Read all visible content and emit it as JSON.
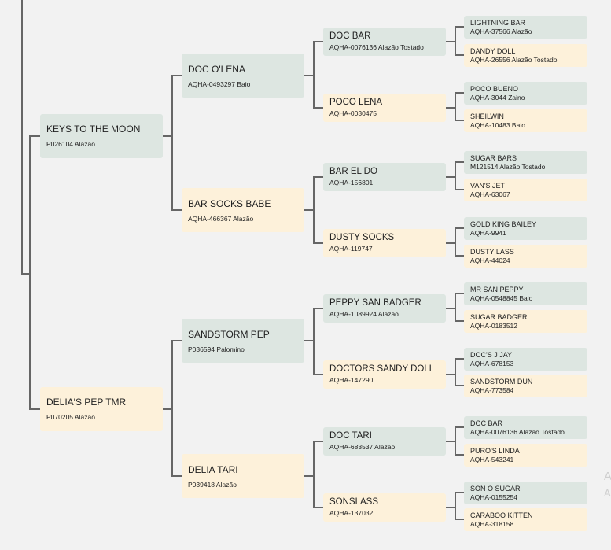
{
  "pedigree": {
    "g1": [
      {
        "name": "KEYS TO THE MOON",
        "info": "P026104 Alazão"
      },
      {
        "name": "DELIA'S PEP TMR",
        "info": "P070205 Alazão"
      }
    ],
    "g2": [
      {
        "name": "DOC O'LENA",
        "info": "AQHA-0493297 Baio"
      },
      {
        "name": "BAR SOCKS BABE",
        "info": "AQHA-466367 Alazão"
      },
      {
        "name": "SANDSTORM PEP",
        "info": "P036594 Palomino"
      },
      {
        "name": "DELIA TARI",
        "info": "P039418 Alazão"
      }
    ],
    "g3": [
      {
        "name": "DOC BAR",
        "info": "AQHA-0076136 Alazão Tostado"
      },
      {
        "name": "POCO LENA",
        "info": "AQHA-0030475"
      },
      {
        "name": "BAR EL DO",
        "info": "AQHA-156801"
      },
      {
        "name": "DUSTY SOCKS",
        "info": "AQHA-119747"
      },
      {
        "name": "PEPPY SAN BADGER",
        "info": "AQHA-1089924 Alazão"
      },
      {
        "name": "DOCTORS SANDY DOLL",
        "info": "AQHA-147290"
      },
      {
        "name": "DOC TARI",
        "info": "AQHA-683537 Alazão"
      },
      {
        "name": "SONSLASS",
        "info": "AQHA-137032"
      }
    ],
    "g4": [
      {
        "name": "LIGHTNING BAR",
        "info": "AQHA-37566 Alazão"
      },
      {
        "name": "DANDY DOLL",
        "info": "AQHA-26556 Alazão Tostado"
      },
      {
        "name": "POCO BUENO",
        "info": "AQHA-3044 Zaino"
      },
      {
        "name": "SHEILWIN",
        "info": "AQHA-10483 Baio"
      },
      {
        "name": "SUGAR BARS",
        "info": "M121514 Alazão Tostado"
      },
      {
        "name": "VAN'S JET",
        "info": "AQHA-63067"
      },
      {
        "name": "GOLD KING BAILEY",
        "info": "AQHA-9941"
      },
      {
        "name": "DUSTY LASS",
        "info": "AQHA-44024"
      },
      {
        "name": "MR SAN PEPPY",
        "info": "AQHA-0548845 Baio"
      },
      {
        "name": "SUGAR BADGER",
        "info": "AQHA-0183512"
      },
      {
        "name": "DOC'S J JAY",
        "info": "AQHA-678153"
      },
      {
        "name": "SANDSTORM DUN",
        "info": "AQHA-773584"
      },
      {
        "name": "DOC BAR",
        "info": "AQHA-0076136 Alazão Tostado"
      },
      {
        "name": "PURO'S LINDA",
        "info": "AQHA-543241"
      },
      {
        "name": "SON O SUGAR",
        "info": "AQHA-0155254"
      },
      {
        "name": "CARABOO KITTEN",
        "info": "AQHA-318158"
      }
    ]
  },
  "colors": {
    "sire_box": "#dde6e1",
    "dam_box": "#fdf1da",
    "connector": "#666666",
    "background": "#f2f2f2"
  },
  "watermark": {
    "line1": "A",
    "line2": "A"
  }
}
